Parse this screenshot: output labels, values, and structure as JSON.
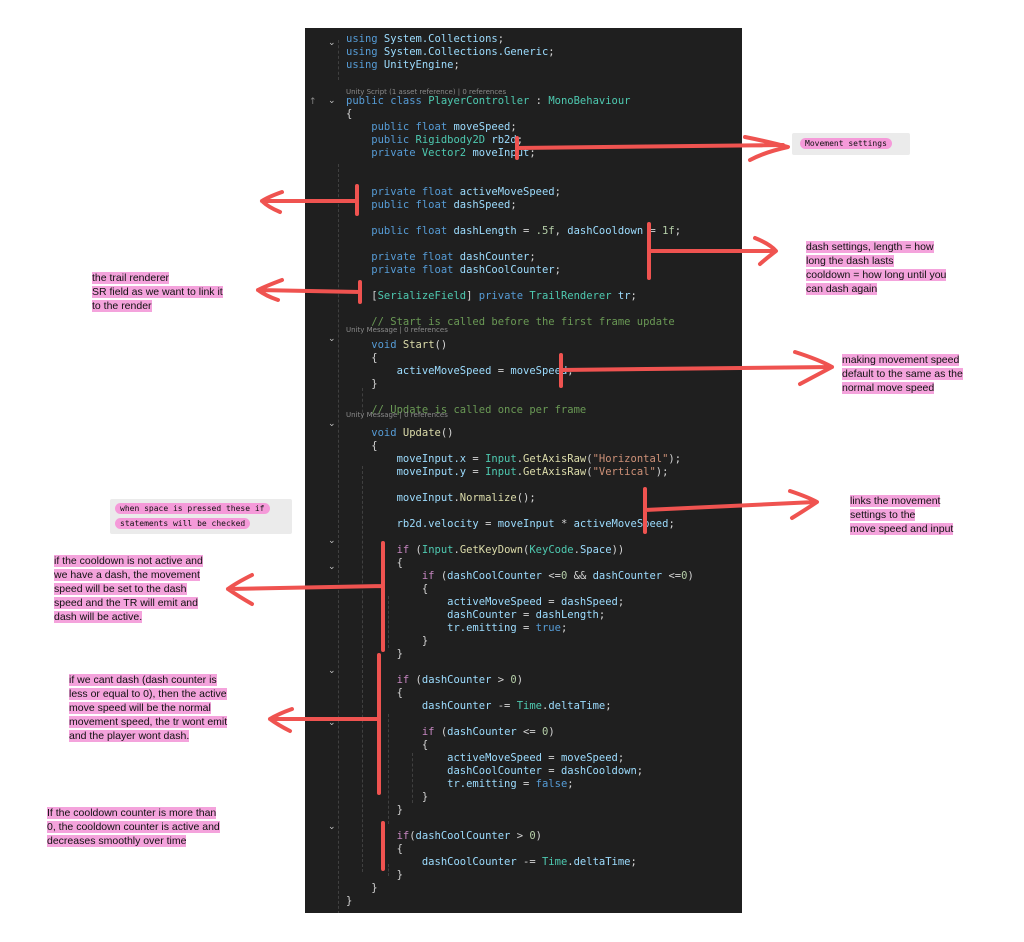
{
  "code_lines": [
    {
      "row": 0,
      "segments": [
        {
          "c": "kw",
          "t": "using"
        },
        {
          "c": "id",
          "t": " System.Collections"
        },
        {
          "c": "",
          "t": ";"
        }
      ]
    },
    {
      "row": 1,
      "segments": [
        {
          "c": "kw",
          "t": "using"
        },
        {
          "c": "id",
          "t": " System.Collections.Generic"
        },
        {
          "c": "",
          "t": ";"
        }
      ]
    },
    {
      "row": 2,
      "segments": [
        {
          "c": "kw",
          "t": "using"
        },
        {
          "c": "id",
          "t": " UnityEngine"
        },
        {
          "c": "",
          "t": ";"
        }
      ]
    },
    {
      "row": 4,
      "segments": [
        {
          "c": "kw",
          "t": "public class "
        },
        {
          "c": "ty",
          "t": "PlayerController"
        },
        {
          "c": "",
          "t": " : "
        },
        {
          "c": "ty",
          "t": "MonoBehaviour"
        }
      ]
    },
    {
      "row": 5,
      "segments": [
        {
          "c": "",
          "t": "{"
        }
      ]
    },
    {
      "row": 6,
      "segments": [
        {
          "c": "kw",
          "t": "    public float "
        },
        {
          "c": "id",
          "t": "moveSpeed"
        },
        {
          "c": "",
          "t": ";"
        }
      ]
    },
    {
      "row": 7,
      "segments": [
        {
          "c": "kw",
          "t": "    public "
        },
        {
          "c": "ty",
          "t": "Rigidbody2D"
        },
        {
          "c": "id",
          "t": " rb2d"
        },
        {
          "c": "",
          "t": ";"
        }
      ]
    },
    {
      "row": 8,
      "segments": [
        {
          "c": "kw",
          "t": "    private "
        },
        {
          "c": "ty",
          "t": "Vector2"
        },
        {
          "c": "id",
          "t": " moveInput"
        },
        {
          "c": "",
          "t": ";"
        }
      ]
    },
    {
      "row": 11,
      "segments": [
        {
          "c": "kw",
          "t": "    private float "
        },
        {
          "c": "id",
          "t": "activeMoveSpeed"
        },
        {
          "c": "",
          "t": ";"
        }
      ]
    },
    {
      "row": 12,
      "segments": [
        {
          "c": "kw",
          "t": "    public float "
        },
        {
          "c": "id",
          "t": "dashSpeed"
        },
        {
          "c": "",
          "t": ";"
        }
      ]
    },
    {
      "row": 14,
      "segments": [
        {
          "c": "kw",
          "t": "    public float "
        },
        {
          "c": "id",
          "t": "dashLength"
        },
        {
          "c": "",
          "t": " = "
        },
        {
          "c": "num",
          "t": ".5f"
        },
        {
          "c": "",
          "t": ", "
        },
        {
          "c": "id",
          "t": "dashCooldown"
        },
        {
          "c": "",
          "t": " = "
        },
        {
          "c": "num",
          "t": "1f"
        },
        {
          "c": "",
          "t": ";"
        }
      ]
    },
    {
      "row": 16,
      "segments": [
        {
          "c": "kw",
          "t": "    private float "
        },
        {
          "c": "id",
          "t": "dashCounter"
        },
        {
          "c": "",
          "t": ";"
        }
      ]
    },
    {
      "row": 17,
      "segments": [
        {
          "c": "kw",
          "t": "    private float "
        },
        {
          "c": "id",
          "t": "dashCoolCounter"
        },
        {
          "c": "",
          "t": ";"
        }
      ]
    },
    {
      "row": 19,
      "segments": [
        {
          "c": "",
          "t": "    ["
        },
        {
          "c": "attr",
          "t": "SerializeField"
        },
        {
          "c": "",
          "t": "] "
        },
        {
          "c": "kw",
          "t": "private "
        },
        {
          "c": "ty",
          "t": "TrailRenderer"
        },
        {
          "c": "id",
          "t": " tr"
        },
        {
          "c": "",
          "t": ";"
        }
      ]
    },
    {
      "row": 21,
      "segments": [
        {
          "c": "cmt",
          "t": "    // Start is called before the first frame update"
        }
      ]
    },
    {
      "row": 22,
      "segments": [
        {
          "c": "kw",
          "t": "    void "
        },
        {
          "c": "fn",
          "t": "Start"
        },
        {
          "c": "",
          "t": "()"
        }
      ]
    },
    {
      "row": 23,
      "segments": [
        {
          "c": "",
          "t": "    {"
        }
      ]
    },
    {
      "row": 24,
      "segments": [
        {
          "c": "id",
          "t": "        activeMoveSpeed"
        },
        {
          "c": "",
          "t": " = "
        },
        {
          "c": "id",
          "t": "moveSpeed"
        },
        {
          "c": "",
          "t": ";"
        }
      ]
    },
    {
      "row": 25,
      "segments": [
        {
          "c": "",
          "t": "    }"
        }
      ]
    },
    {
      "row": 27,
      "segments": [
        {
          "c": "cmt",
          "t": "    // Update is called once per frame"
        }
      ]
    },
    {
      "row": 28,
      "segments": [
        {
          "c": "kw",
          "t": "    void "
        },
        {
          "c": "fn",
          "t": "Update"
        },
        {
          "c": "",
          "t": "()"
        }
      ]
    },
    {
      "row": 29,
      "segments": [
        {
          "c": "",
          "t": "    {"
        }
      ]
    },
    {
      "row": 30,
      "segments": [
        {
          "c": "id",
          "t": "        moveInput.x"
        },
        {
          "c": "",
          "t": " = "
        },
        {
          "c": "ty",
          "t": "Input"
        },
        {
          "c": "",
          "t": "."
        },
        {
          "c": "fn",
          "t": "GetAxisRaw"
        },
        {
          "c": "",
          "t": "("
        },
        {
          "c": "str",
          "t": "\"Horizontal\""
        },
        {
          "c": "",
          "t": ");"
        }
      ]
    },
    {
      "row": 31,
      "segments": [
        {
          "c": "id",
          "t": "        moveInput.y"
        },
        {
          "c": "",
          "t": " = "
        },
        {
          "c": "ty",
          "t": "Input"
        },
        {
          "c": "",
          "t": "."
        },
        {
          "c": "fn",
          "t": "GetAxisRaw"
        },
        {
          "c": "",
          "t": "("
        },
        {
          "c": "str",
          "t": "\"Vertical\""
        },
        {
          "c": "",
          "t": ");"
        }
      ]
    },
    {
      "row": 33,
      "segments": [
        {
          "c": "id",
          "t": "        moveInput"
        },
        {
          "c": "",
          "t": "."
        },
        {
          "c": "fn",
          "t": "Normalize"
        },
        {
          "c": "",
          "t": "();"
        }
      ]
    },
    {
      "row": 35,
      "segments": [
        {
          "c": "id",
          "t": "        rb2d.velocity"
        },
        {
          "c": "",
          "t": " = "
        },
        {
          "c": "id",
          "t": "moveInput"
        },
        {
          "c": "",
          "t": " * "
        },
        {
          "c": "id",
          "t": "activeMoveSpeed"
        },
        {
          "c": "",
          "t": ";"
        }
      ]
    },
    {
      "row": 37,
      "segments": [
        {
          "c": "ctl",
          "t": "        if"
        },
        {
          "c": "",
          "t": " ("
        },
        {
          "c": "ty",
          "t": "Input"
        },
        {
          "c": "",
          "t": "."
        },
        {
          "c": "fn",
          "t": "GetKeyDown"
        },
        {
          "c": "",
          "t": "("
        },
        {
          "c": "ty",
          "t": "KeyCode"
        },
        {
          "c": "",
          "t": "."
        },
        {
          "c": "id",
          "t": "Space"
        },
        {
          "c": "",
          "t": "))"
        }
      ]
    },
    {
      "row": 38,
      "segments": [
        {
          "c": "",
          "t": "        {"
        }
      ]
    },
    {
      "row": 39,
      "segments": [
        {
          "c": "ctl",
          "t": "            if"
        },
        {
          "c": "",
          "t": " ("
        },
        {
          "c": "id",
          "t": "dashCoolCounter"
        },
        {
          "c": "",
          "t": " <="
        },
        {
          "c": "num",
          "t": "0"
        },
        {
          "c": "",
          "t": " && "
        },
        {
          "c": "id",
          "t": "dashCounter"
        },
        {
          "c": "",
          "t": " <="
        },
        {
          "c": "num",
          "t": "0"
        },
        {
          "c": "",
          "t": ")"
        }
      ]
    },
    {
      "row": 40,
      "segments": [
        {
          "c": "",
          "t": "            {"
        }
      ]
    },
    {
      "row": 41,
      "segments": [
        {
          "c": "id",
          "t": "                activeMoveSpeed"
        },
        {
          "c": "",
          "t": " = "
        },
        {
          "c": "id",
          "t": "dashSpeed"
        },
        {
          "c": "",
          "t": ";"
        }
      ]
    },
    {
      "row": 42,
      "segments": [
        {
          "c": "id",
          "t": "                dashCounter"
        },
        {
          "c": "",
          "t": " = "
        },
        {
          "c": "id",
          "t": "dashLength"
        },
        {
          "c": "",
          "t": ";"
        }
      ]
    },
    {
      "row": 43,
      "segments": [
        {
          "c": "id",
          "t": "                tr.emitting"
        },
        {
          "c": "",
          "t": " = "
        },
        {
          "c": "kw",
          "t": "true"
        },
        {
          "c": "",
          "t": ";"
        }
      ]
    },
    {
      "row": 44,
      "segments": [
        {
          "c": "",
          "t": "            }"
        }
      ]
    },
    {
      "row": 45,
      "segments": [
        {
          "c": "",
          "t": "        }"
        }
      ]
    },
    {
      "row": 47,
      "segments": [
        {
          "c": "ctl",
          "t": "        if"
        },
        {
          "c": "",
          "t": " ("
        },
        {
          "c": "id",
          "t": "dashCounter"
        },
        {
          "c": "",
          "t": " > "
        },
        {
          "c": "num",
          "t": "0"
        },
        {
          "c": "",
          "t": ")"
        }
      ]
    },
    {
      "row": 48,
      "segments": [
        {
          "c": "",
          "t": "        {"
        }
      ]
    },
    {
      "row": 49,
      "segments": [
        {
          "c": "id",
          "t": "            dashCounter"
        },
        {
          "c": "",
          "t": " -= "
        },
        {
          "c": "ty",
          "t": "Time"
        },
        {
          "c": "",
          "t": "."
        },
        {
          "c": "id",
          "t": "deltaTime"
        },
        {
          "c": "",
          "t": ";"
        }
      ]
    },
    {
      "row": 51,
      "segments": [
        {
          "c": "ctl",
          "t": "            if"
        },
        {
          "c": "",
          "t": " ("
        },
        {
          "c": "id",
          "t": "dashCounter"
        },
        {
          "c": "",
          "t": " <= "
        },
        {
          "c": "num",
          "t": "0"
        },
        {
          "c": "",
          "t": ")"
        }
      ]
    },
    {
      "row": 52,
      "segments": [
        {
          "c": "",
          "t": "            {"
        }
      ]
    },
    {
      "row": 53,
      "segments": [
        {
          "c": "id",
          "t": "                activeMoveSpeed"
        },
        {
          "c": "",
          "t": " = "
        },
        {
          "c": "id",
          "t": "moveSpeed"
        },
        {
          "c": "",
          "t": ";"
        }
      ]
    },
    {
      "row": 54,
      "segments": [
        {
          "c": "id",
          "t": "                dashCoolCounter"
        },
        {
          "c": "",
          "t": " = "
        },
        {
          "c": "id",
          "t": "dashCooldown"
        },
        {
          "c": "",
          "t": ";"
        }
      ]
    },
    {
      "row": 55,
      "segments": [
        {
          "c": "id",
          "t": "                tr.emitting"
        },
        {
          "c": "",
          "t": " = "
        },
        {
          "c": "kw",
          "t": "false"
        },
        {
          "c": "",
          "t": ";"
        }
      ]
    },
    {
      "row": 56,
      "segments": [
        {
          "c": "",
          "t": "            }"
        }
      ]
    },
    {
      "row": 57,
      "segments": [
        {
          "c": "",
          "t": "        }"
        }
      ]
    },
    {
      "row": 59,
      "segments": [
        {
          "c": "ctl",
          "t": "        if"
        },
        {
          "c": "",
          "t": "("
        },
        {
          "c": "id",
          "t": "dashCoolCounter"
        },
        {
          "c": "",
          "t": " > "
        },
        {
          "c": "num",
          "t": "0"
        },
        {
          "c": "",
          "t": ")"
        }
      ]
    },
    {
      "row": 60,
      "segments": [
        {
          "c": "",
          "t": "        {"
        }
      ]
    },
    {
      "row": 61,
      "segments": [
        {
          "c": "id",
          "t": "            dashCoolCounter"
        },
        {
          "c": "",
          "t": " -= "
        },
        {
          "c": "ty",
          "t": "Time"
        },
        {
          "c": "",
          "t": "."
        },
        {
          "c": "id",
          "t": "deltaTime"
        },
        {
          "c": "",
          "t": ";"
        }
      ]
    },
    {
      "row": 62,
      "segments": [
        {
          "c": "",
          "t": "        }"
        }
      ]
    },
    {
      "row": 63,
      "segments": [
        {
          "c": "",
          "t": "    }"
        }
      ]
    },
    {
      "row": 64,
      "segments": [
        {
          "c": "",
          "t": "}"
        }
      ]
    }
  ],
  "codelens": {
    "class_refs": "Unity Script (1 asset reference) | 0 references",
    "start_refs": "Unity Message | 0 references",
    "update_refs": "Unity Message | 0 references"
  },
  "notes": {
    "movement_settings": "Movement settings",
    "dash_settings": [
      "dash settings, length = how",
      "long the dash lasts",
      "cooldown = how long until you",
      "can dash again"
    ],
    "trail_renderer": [
      "the trail renderer",
      "SR field as we want to link it",
      "to the render"
    ],
    "movement_speed_default": [
      "making movement speed",
      "default to the same as the",
      "normal move speed"
    ],
    "links_movement": [
      "links the movement",
      "settings to the",
      "move speed and input"
    ],
    "space_pressed": [
      "when space is pressed these if",
      "statements will be checked"
    ],
    "cooldown_not_active": [
      "if the cooldown is not active and",
      "we have a dash, the movement",
      "speed will be set to the dash",
      "speed and the TR will emit and",
      "dash will be active."
    ],
    "cant_dash": [
      "if we cant dash (dash counter is",
      "less or equal to 0), then the active",
      "move speed will be the normal",
      "movement speed, the tr wont emit",
      "and the player wont dash."
    ],
    "cooldown_counter": [
      "If the cooldown counter is more than",
      "0, the cooldown counter is active and",
      "decreases smoothly over time"
    ]
  },
  "colors": {
    "editor_bg": "#1f1f1f",
    "highlight": "#f4a3dc",
    "arrow": "#ef5350"
  }
}
